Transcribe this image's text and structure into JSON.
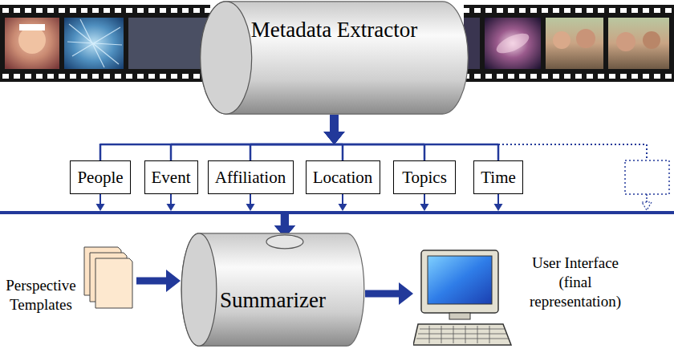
{
  "diagram": {
    "nodes": [
      {
        "text": [
          "Metadata Extractor"
        ]
      },
      {
        "text": [
          "People"
        ]
      },
      {
        "text": [
          "Event"
        ]
      },
      {
        "text": [
          "Affiliation"
        ]
      },
      {
        "text": [
          "Location"
        ]
      },
      {
        "text": [
          "Topics"
        ]
      },
      {
        "text": [
          "Time"
        ]
      },
      {
        "text": [
          "Perspective Templates"
        ]
      },
      {
        "text": [
          "Summarizer"
        ]
      },
      {
        "text": [
          "User Interface (final representation)"
        ]
      }
    ],
    "edges": [
      {
        "from": 0,
        "to": 1,
        "arrow": "to"
      },
      {
        "from": 0,
        "to": 2,
        "arrow": "to"
      },
      {
        "from": 0,
        "to": 3,
        "arrow": "to"
      },
      {
        "from": 0,
        "to": 4,
        "arrow": "to"
      },
      {
        "from": 0,
        "to": 5,
        "arrow": "to"
      },
      {
        "from": 0,
        "to": 6,
        "arrow": "to"
      },
      {
        "from": 1,
        "to": 8,
        "arrow": "to"
      },
      {
        "from": 2,
        "to": 8,
        "arrow": "to"
      },
      {
        "from": 3,
        "to": 8,
        "arrow": "to"
      },
      {
        "from": 4,
        "to": 8,
        "arrow": "to"
      },
      {
        "from": 5,
        "to": 8,
        "arrow": "to"
      },
      {
        "from": 6,
        "to": 8,
        "arrow": "to"
      },
      {
        "from": 7,
        "to": 8,
        "arrow": "to"
      },
      {
        "from": 8,
        "to": 9,
        "arrow": "to"
      }
    ]
  }
}
